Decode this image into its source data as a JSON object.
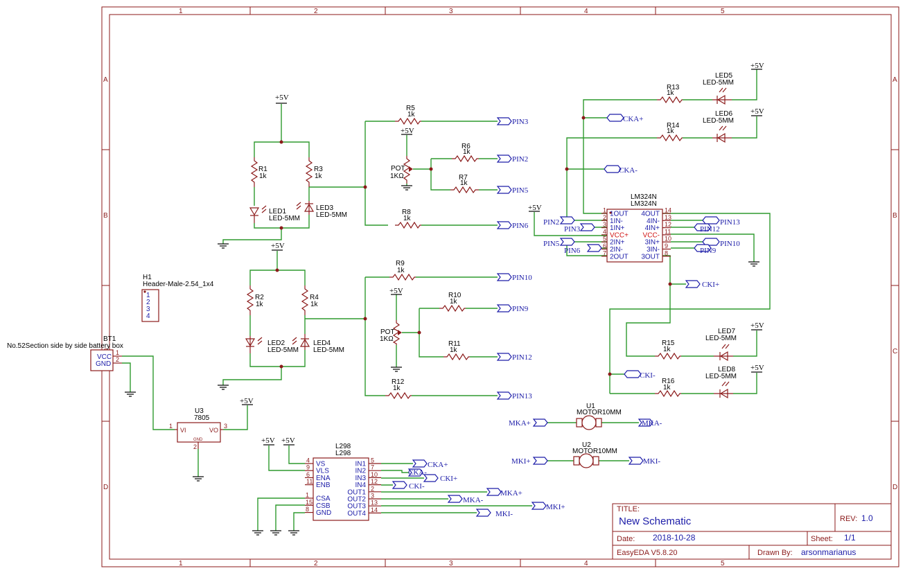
{
  "title_block": {
    "title_label": "TITLE:",
    "title": "New Schematic",
    "rev_label": "REV:",
    "rev": "1.0",
    "date_label": "Date:",
    "date": "2018-10-28",
    "sheet_label": "Sheet:",
    "sheet": "1/1",
    "tool": "EasyEDA V5.8.20",
    "drawn_label": "Drawn By:",
    "drawn_by": "arsonmarianus"
  },
  "zones": {
    "cols": [
      "1",
      "2",
      "3",
      "4",
      "5"
    ],
    "rows": [
      "A",
      "B",
      "C",
      "D"
    ]
  },
  "power": "+5V",
  "components": {
    "r1": {
      "ref": "R1",
      "val": "1k"
    },
    "r2": {
      "ref": "R2",
      "val": "1k"
    },
    "r3": {
      "ref": "R3",
      "val": "1k"
    },
    "r4": {
      "ref": "R4",
      "val": "1k"
    },
    "r5": {
      "ref": "R5",
      "val": "1k"
    },
    "r6": {
      "ref": "R6",
      "val": "1k"
    },
    "r7": {
      "ref": "R7",
      "val": "1k"
    },
    "r8": {
      "ref": "R8",
      "val": "1k"
    },
    "r9": {
      "ref": "R9",
      "val": "1k"
    },
    "r10": {
      "ref": "R10",
      "val": "1k"
    },
    "r11": {
      "ref": "R11",
      "val": "1k"
    },
    "r12": {
      "ref": "R12",
      "val": "1k"
    },
    "r13": {
      "ref": "R13",
      "val": "1k"
    },
    "r14": {
      "ref": "R14",
      "val": "1k"
    },
    "r15": {
      "ref": "R15",
      "val": "1k"
    },
    "r16": {
      "ref": "R16",
      "val": "1k"
    },
    "led1": {
      "ref": "LED1",
      "val": "LED-5MM"
    },
    "led2": {
      "ref": "LED2",
      "val": "LED-5MM"
    },
    "led3": {
      "ref": "LED3",
      "val": "LED-5MM"
    },
    "led4": {
      "ref": "LED4",
      "val": "LED-5MM"
    },
    "led5": {
      "ref": "LED5",
      "val": "LED-5MM"
    },
    "led6": {
      "ref": "LED6",
      "val": "LED-5MM"
    },
    "led7": {
      "ref": "LED7",
      "val": "LED-5MM"
    },
    "led8": {
      "ref": "LED8",
      "val": "LED-5MM"
    },
    "pot1": {
      "ref": "POT",
      "val": "1KΩ"
    },
    "pot2": {
      "ref": "POT",
      "val": "1KΩ"
    },
    "h1": {
      "ref": "H1",
      "val": "Header-Male-2.54_1x4"
    },
    "bt1": {
      "ref": "BT1",
      "val": "No.52Section side by side battery box"
    },
    "u3": {
      "ref": "U3",
      "val": "7805"
    },
    "u1": {
      "ref": "U1",
      "val": "MOTOR10MM"
    },
    "u2": {
      "ref": "U2",
      "val": "MOTOR10MM"
    },
    "lm": {
      "ref": "LM324N",
      "val": "LM324N"
    },
    "l298": {
      "ref": "L298",
      "val": "L298"
    }
  },
  "h1_pins": [
    "1",
    "2",
    "3",
    "4"
  ],
  "bt1_pins": {
    "vcc": "VCC",
    "gnd": "GND",
    "p1": "1",
    "p2": "2"
  },
  "u3_pins": {
    "vi": "VI",
    "vo": "VO",
    "gnd": "GND",
    "p1": "1",
    "p2": "2",
    "p3": "3"
  },
  "lm324_left": [
    {
      "num": "1",
      "name": "1OUT"
    },
    {
      "num": "2",
      "name": "1IN-"
    },
    {
      "num": "3",
      "name": "1IN+"
    },
    {
      "num": "4",
      "name": "VCC+"
    },
    {
      "num": "5",
      "name": "2IN+"
    },
    {
      "num": "6",
      "name": "2IN-"
    },
    {
      "num": "7",
      "name": "2OUT"
    }
  ],
  "lm324_right": [
    {
      "num": "14",
      "name": "4OUT"
    },
    {
      "num": "13",
      "name": "4IN-"
    },
    {
      "num": "12",
      "name": "4IN+"
    },
    {
      "num": "11",
      "name": "VCC-"
    },
    {
      "num": "10",
      "name": "3IN+"
    },
    {
      "num": "9",
      "name": "3IN-"
    },
    {
      "num": "8",
      "name": "3OUT"
    }
  ],
  "l298_left": [
    {
      "num": "4",
      "name": "VS"
    },
    {
      "num": "9",
      "name": "VLS"
    },
    {
      "num": "6",
      "name": "ENA"
    },
    {
      "num": "11",
      "name": "ENB"
    },
    {
      "num": "1",
      "name": "CSA"
    },
    {
      "num": "15",
      "name": "CSB"
    },
    {
      "num": "8",
      "name": "GND"
    }
  ],
  "l298_right": [
    {
      "num": "5",
      "name": "IN1"
    },
    {
      "num": "7",
      "name": "IN2"
    },
    {
      "num": "10",
      "name": "IN3"
    },
    {
      "num": "12",
      "name": "IN4"
    },
    {
      "num": "2",
      "name": "OUT1"
    },
    {
      "num": "3",
      "name": "OUT2"
    },
    {
      "num": "13",
      "name": "OUT3"
    },
    {
      "num": "14",
      "name": "OUT4"
    }
  ],
  "nets": {
    "pin2": "PIN2",
    "pin3": "PIN3",
    "pin5": "PIN5",
    "pin6": "PIN6",
    "pin9": "PIN9",
    "pin10": "PIN10",
    "pin12": "PIN12",
    "pin13": "PIN13",
    "cka_p": "CKA+",
    "cka_m": "CKA-",
    "cki_p": "CKI+",
    "cki_m": "CKI-",
    "mka_p": "MKA+",
    "mka_m": "MKA-",
    "mki_p": "MKI+",
    "mki_m": "MKI-"
  }
}
